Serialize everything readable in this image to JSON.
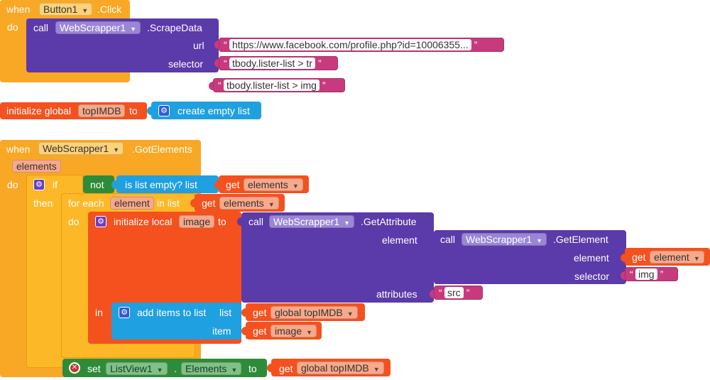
{
  "block1": {
    "when": "when",
    "component": "Button1",
    "event": ".Click",
    "do": "do",
    "call": "call",
    "call_component": "WebScrapper1",
    "method": ".ScrapeData",
    "url_label": "url",
    "url_value": "https://www.facebook.com/profile.php?id=10006355...",
    "selector_label": "selector",
    "selector_value": "tbody.lister-list > tr"
  },
  "loose_string": "tbody.lister-list > img",
  "block2": {
    "init": "initialize global",
    "var": "topIMDB",
    "to": "to",
    "value": "create empty list"
  },
  "block3": {
    "when": "when",
    "component": "WebScrapper1",
    "event": ".GotElements",
    "param": "elements",
    "do": "do",
    "if": "if",
    "not": "not",
    "is_empty": "is list empty?  list",
    "get1": "get",
    "get1_var": "elements",
    "then": "then",
    "for_each": "for each",
    "loop_var": "element",
    "in_list": "in list",
    "get2": "get",
    "get2_var": "elements",
    "do2": "do",
    "init_local": "initialize local",
    "local_var": "image",
    "to": "to",
    "call1": "call",
    "call1_component": "WebScrapper1",
    "call1_method": ".GetAttribute",
    "element_label": "element",
    "call2": "call",
    "call2_component": "WebScrapper1",
    "call2_method": ".GetElement",
    "element_label2": "element",
    "get3": "get",
    "get3_var": "element",
    "selector_label": "selector",
    "selector_value": "img",
    "attributes_label": "attributes",
    "attributes_value": "src",
    "in": "in",
    "add_items": "add items to list",
    "list_label": "list",
    "get4": "get",
    "get4_var": "global topIMDB",
    "item_label": "item",
    "get5": "get",
    "get5_var": "image",
    "set": "set",
    "set_component": "ListView1",
    "dot": ".",
    "set_property": "Elements",
    "set_to": "to",
    "get6": "get",
    "get6_var": "global topIMDB"
  }
}
